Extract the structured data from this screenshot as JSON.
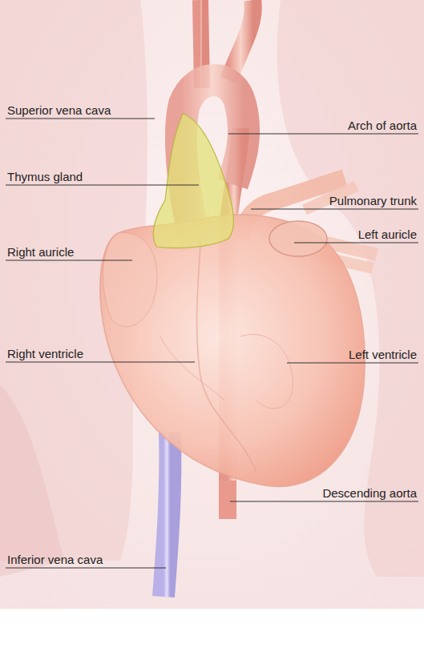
{
  "diagram": {
    "labels": [
      "Superior vena cava",
      "Arch of aorta",
      "Thymus gland",
      "Pulmonary trunk",
      "Left auricle",
      "Right auricle",
      "Right ventricle",
      "Left ventricle",
      "Descending aorta",
      "Inferior vena cava"
    ]
  }
}
